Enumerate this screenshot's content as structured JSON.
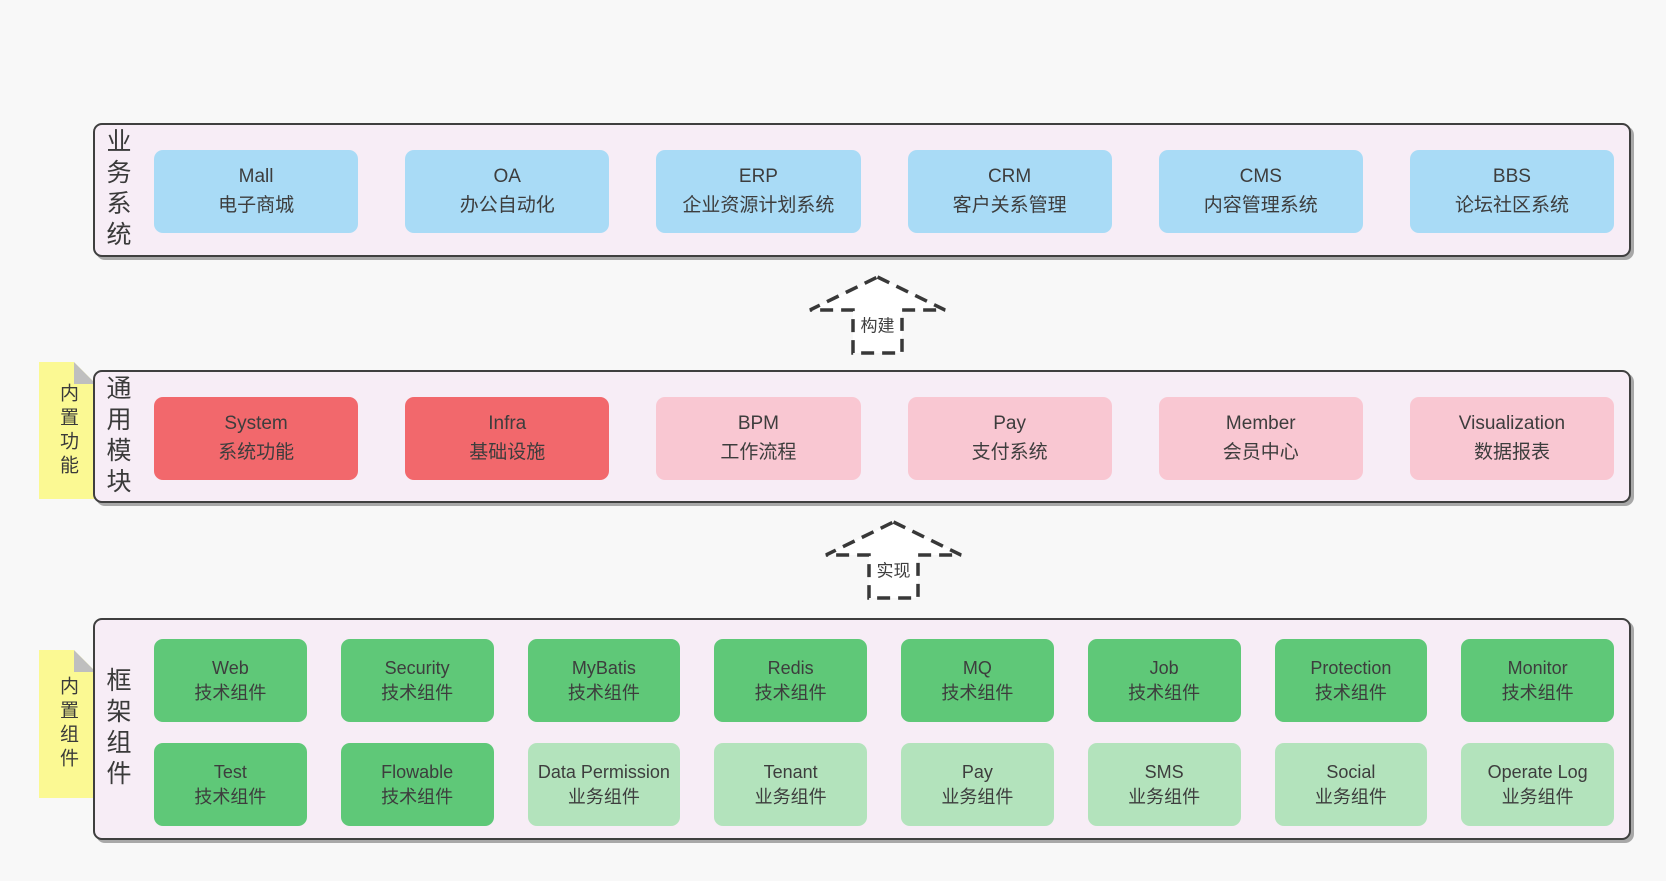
{
  "colors": {
    "page_bg": "#f8f8f8",
    "band_bg": "#f7edf6",
    "band_border": "#3f3f3f",
    "blue": "#a9dbf6",
    "red": "#f2686c",
    "pink": "#f9c7d2",
    "green": "#5fc878",
    "lightgreen": "#b3e3bc",
    "sticky": "#fbf993",
    "fold": "#bfbfbf",
    "text": "#3c3c3c",
    "arrow_fill": "#ffffff"
  },
  "arrows": [
    {
      "label": "构建"
    },
    {
      "label": "实现"
    }
  ],
  "bands": [
    {
      "label": "业务系统",
      "boxes": [
        {
          "en": "Mall",
          "zh": "电子商城"
        },
        {
          "en": "OA",
          "zh": "办公自动化"
        },
        {
          "en": "ERP",
          "zh": "企业资源计划系统"
        },
        {
          "en": "CRM",
          "zh": "客户关系管理"
        },
        {
          "en": "CMS",
          "zh": "内容管理系统"
        },
        {
          "en": "BBS",
          "zh": "论坛社区系统"
        }
      ]
    },
    {
      "label": "通用模块",
      "sticky": "内置功能",
      "boxes": [
        {
          "en": "System",
          "zh": "系统功能"
        },
        {
          "en": "Infra",
          "zh": "基础设施"
        },
        {
          "en": "BPM",
          "zh": "工作流程"
        },
        {
          "en": "Pay",
          "zh": "支付系统"
        },
        {
          "en": "Member",
          "zh": "会员中心"
        },
        {
          "en": "Visualization",
          "zh": "数据报表"
        }
      ]
    },
    {
      "label": "框架组件",
      "sticky": "内置组件",
      "rows": [
        [
          {
            "en": "Web",
            "zh": "技术组件"
          },
          {
            "en": "Security",
            "zh": "技术组件"
          },
          {
            "en": "MyBatis",
            "zh": "技术组件"
          },
          {
            "en": "Redis",
            "zh": "技术组件"
          },
          {
            "en": "MQ",
            "zh": "技术组件"
          },
          {
            "en": "Job",
            "zh": "技术组件"
          },
          {
            "en": "Protection",
            "zh": "技术组件"
          },
          {
            "en": "Monitor",
            "zh": "技术组件"
          }
        ],
        [
          {
            "en": "Test",
            "zh": "技术组件"
          },
          {
            "en": "Flowable",
            "zh": "技术组件"
          },
          {
            "en": "Data Permission",
            "zh": "业务组件"
          },
          {
            "en": "Tenant",
            "zh": "业务组件"
          },
          {
            "en": "Pay",
            "zh": "业务组件"
          },
          {
            "en": "SMS",
            "zh": "业务组件"
          },
          {
            "en": "Social",
            "zh": "业务组件"
          },
          {
            "en": "Operate Log",
            "zh": "业务组件"
          }
        ]
      ]
    }
  ]
}
